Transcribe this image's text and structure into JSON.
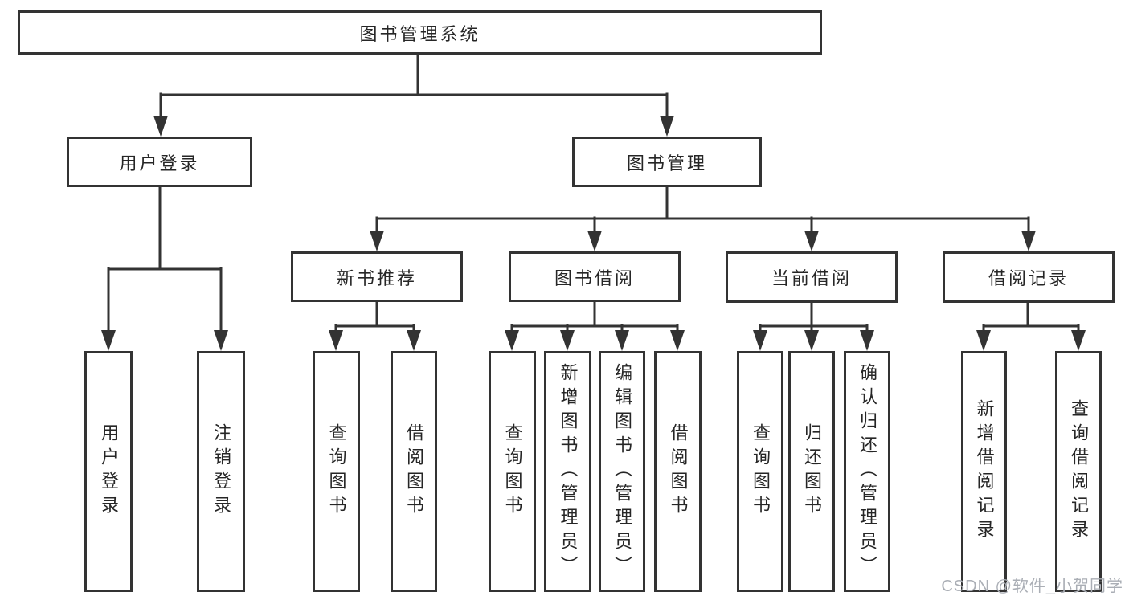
{
  "diagram_title": "图书管理系统",
  "nodes": {
    "root": "图书管理系统",
    "user_login": "用户登录",
    "book_mgmt": "图书管理",
    "new_book_rec": "新书推荐",
    "book_borrow": "图书借阅",
    "current_borrow": "当前借阅",
    "borrow_records": "借阅记录",
    "login": "用户登录",
    "logout": "注销登录",
    "rec_query": "查询图书",
    "rec_borrow": "借阅图书",
    "bor_query": "查询图书",
    "bor_add": "新增图书（管理员）",
    "bor_edit": "编辑图书（管理员）",
    "bor_borrow": "借阅图书",
    "cur_query": "查询图书",
    "cur_return": "归还图书",
    "cur_confirm": "确认归还（管理员）",
    "brec_add": "新增借阅记录",
    "brec_query": "查询借阅记录"
  },
  "watermark": "CSDN @软件_小贺同学",
  "colors": {
    "line": "#333333",
    "text": "#262626",
    "watermark": "#aaaeb5",
    "background": "#ffffff"
  }
}
